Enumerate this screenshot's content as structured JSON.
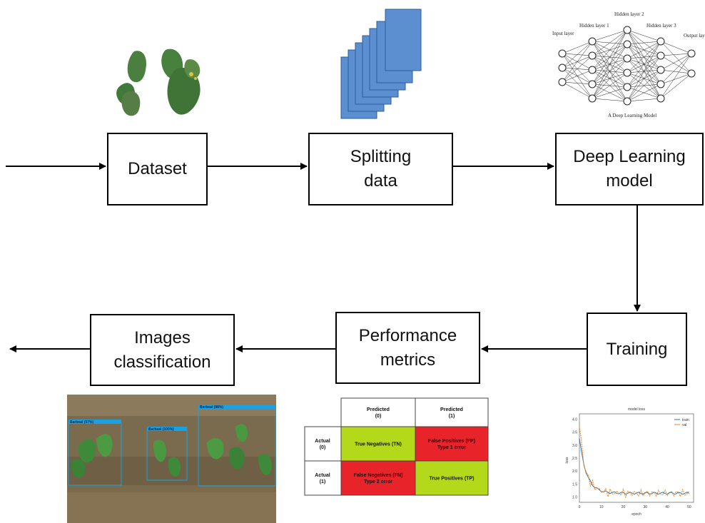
{
  "boxes": {
    "dataset": "Dataset",
    "splitting": "Splitting\ndata",
    "deep_learning": "Deep Learning\nmodel",
    "training": "Training",
    "performance": "Performance\nmetrics",
    "images_classification": "Images\nclassification"
  },
  "neural_network": {
    "title": "A Deep Learning Model",
    "input_layer": "Input layer",
    "hidden_layer_1": "Hidden layer 1",
    "hidden_layer_2": "Hidden layer 2",
    "hidden_layer_3": "Hidden layer 3",
    "output_layer": "Output layer"
  },
  "confusion_matrix": {
    "predicted_0": "Predicted\n(0)",
    "predicted_1": "Predicted\n(1)",
    "actual_0": "Actual\n(0)",
    "actual_1": "Actual\n(1)",
    "tn": "True Negatives (TN)",
    "fp": "False Positives (FP)\nType 1 error",
    "fn": "False Negatives (FN)\nType 2 error",
    "tp": "True Positives (TP)",
    "colors": {
      "correct": "#b4d81a",
      "error": "#e8232a"
    }
  },
  "loss_chart": {
    "title": "model loss",
    "xlabel": "epoch",
    "ylabel": "loss",
    "legend": [
      "train",
      "val"
    ],
    "colors": [
      "#1f77b4",
      "#ff7f0e"
    ],
    "x_ticks": [
      "0",
      "10",
      "20",
      "30",
      "40",
      "50"
    ],
    "y_ticks": [
      "1.0",
      "1.5",
      "2.0",
      "2.5",
      "3.0",
      "3.5",
      "4.0"
    ]
  },
  "detections": {
    "label_1": "Barbeal (97%)",
    "label_2": "Barbeal (100%)",
    "label_3": "Barbeal (98%)",
    "box_color": "#17a2e6"
  }
}
